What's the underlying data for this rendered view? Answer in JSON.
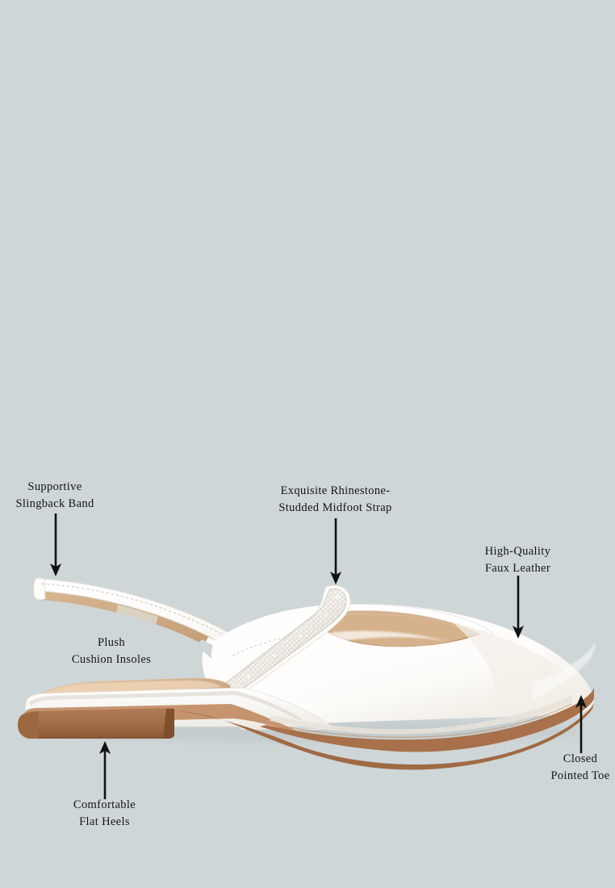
{
  "image": {
    "subject": "White slingback flat shoe with rhinestone midfoot strap",
    "background_color": "#cfd6d8"
  },
  "colors": {
    "background": "#cfd6d8",
    "shoe_upper": "#fbfaf6",
    "shoe_shadow": "#e6e3dc",
    "insole_tan": "#c8a280",
    "insole_light": "#e2c3a3",
    "sole_brown": "#a8714b",
    "sole_brown_dark": "#8d5c39",
    "midsole_white": "#fdfdfb",
    "rhinestone": "#dcd7cf",
    "rhinestone_light": "#f4f2ee",
    "stitch": "#cfc9bf",
    "text": "#141414",
    "arrow": "#111111"
  },
  "annotations": [
    {
      "id": "supportive-slingback-band",
      "label": "Supportive\nSlingback Band",
      "arrow": "down",
      "has_arrow": true
    },
    {
      "id": "rhinestone-midfoot-strap",
      "label": "Exquisite Rhinestone-\nStudded Midfoot Strap",
      "arrow": "down",
      "has_arrow": true
    },
    {
      "id": "high-quality-faux-leather",
      "label": "High-Quality\nFaux Leather",
      "arrow": "down",
      "has_arrow": true
    },
    {
      "id": "plush-cushion-insoles",
      "label": "Plush\nCushion Insoles",
      "arrow": "none",
      "has_arrow": false
    },
    {
      "id": "comfortable-flat-heels",
      "label": "Comfortable\nFlat Heels",
      "arrow": "up",
      "has_arrow": true
    },
    {
      "id": "closed-pointed-toe",
      "label": "Closed\nPointed Toe",
      "arrow": "up",
      "has_arrow": true
    }
  ]
}
